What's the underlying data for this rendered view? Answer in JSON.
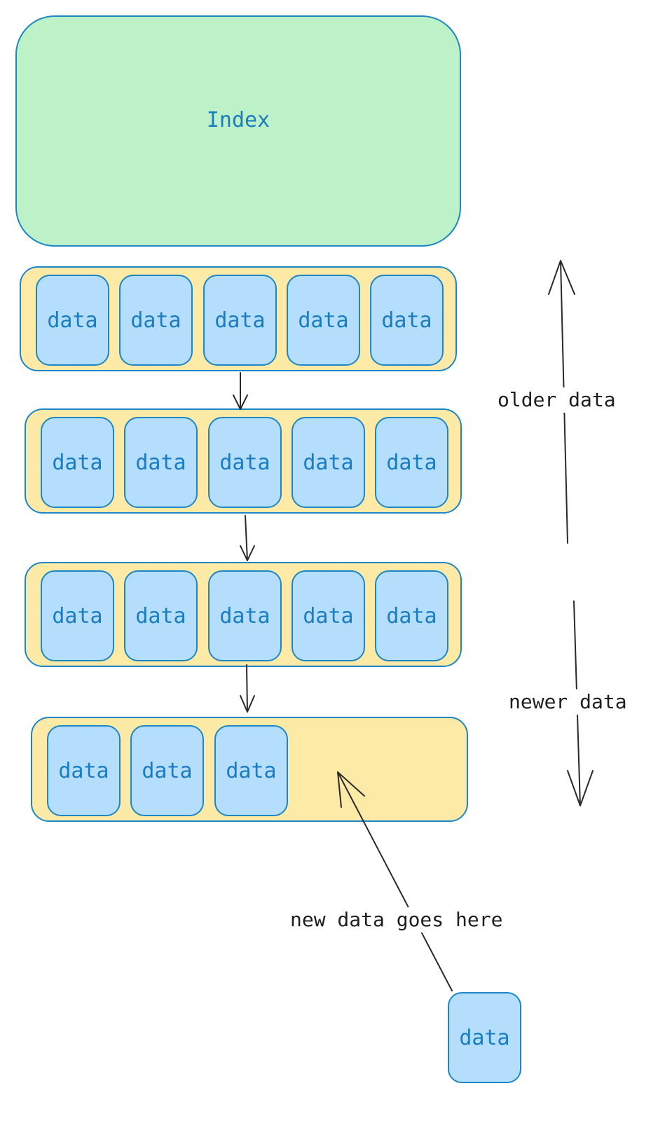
{
  "index": {
    "label": "Index"
  },
  "cell_label": "data",
  "rows": [
    {
      "cells": [
        "data",
        "data",
        "data",
        "data",
        "data"
      ]
    },
    {
      "cells": [
        "data",
        "data",
        "data",
        "data",
        "data"
      ]
    },
    {
      "cells": [
        "data",
        "data",
        "data",
        "data",
        "data"
      ]
    },
    {
      "cells": [
        "data",
        "data",
        "data"
      ]
    }
  ],
  "incoming": {
    "label": "data"
  },
  "annotations": {
    "older": "older data",
    "newer": "newer data",
    "insert": "new data goes here"
  },
  "colors": {
    "index_fill": "#bdf2c8",
    "block_fill": "#fdeaa7",
    "cell_fill": "#b5defc",
    "stroke": "#1d87c6",
    "text": "#1a7dc2",
    "arrow": "#2a2a2a"
  }
}
